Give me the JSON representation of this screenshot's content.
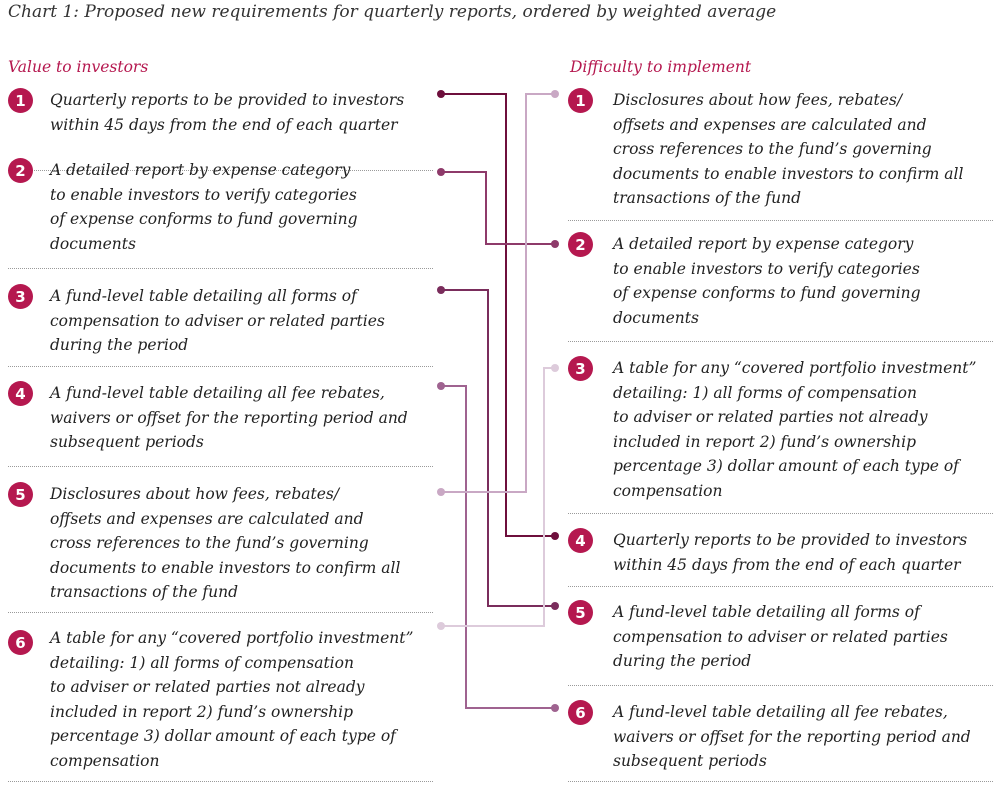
{
  "title": "Chart 1: Proposed new requirements for quarterly reports, ordered by weighted average",
  "left_heading": "Value to investors",
  "right_heading": "Difficulty to implement",
  "colors": {
    "accent": "#b5184f",
    "connector_shades": [
      "#6e0f3c",
      "#8e3a6a",
      "#7a2d5c",
      "#9f6390",
      "#c9a8c4",
      "#ddcbdb"
    ]
  },
  "left_items": [
    {
      "number": "1",
      "text": "Quarterly reports to be provided to investors\nwithin 45 days from the end of each quarter"
    },
    {
      "number": "2",
      "text": "A detailed report by expense category\nto enable investors to verify categories\nof expense conforms to fund governing\ndocuments"
    },
    {
      "number": "3",
      "text": "A fund-level table detailing all forms of\ncompensation to adviser or related parties\nduring the period"
    },
    {
      "number": "4",
      "text": "A fund-level table detailing all fee rebates,\nwaivers or offset for the reporting period and\nsubsequent periods"
    },
    {
      "number": "5",
      "text": "Disclosures about how fees, rebates/\noffsets and expenses are calculated and\ncross references to the fund’s governing\ndocuments to enable investors to confirm all\ntransactions of the fund"
    },
    {
      "number": "6",
      "text": "A table for any “covered portfolio investment”\ndetailing: 1) all forms of compensation\nto adviser or related parties not already\nincluded in report 2) fund’s ownership\npercentage 3) dollar amount of each type of\ncompensation"
    }
  ],
  "right_items": [
    {
      "number": "1",
      "text": "Disclosures about how fees, rebates/\noffsets and expenses are calculated and\ncross references to the fund’s governing\ndocuments to enable investors to confirm all\ntransactions of the fund"
    },
    {
      "number": "2",
      "text": "A detailed report by expense category\nto enable investors to verify categories\nof expense conforms to fund governing\ndocuments"
    },
    {
      "number": "3",
      "text": "A table for any “covered portfolio investment”\ndetailing: 1) all forms of compensation\nto adviser or related parties not already\nincluded in report 2) fund’s ownership\npercentage 3) dollar amount of each type of\ncompensation"
    },
    {
      "number": "4",
      "text": "Quarterly reports to be provided to investors\nwithin 45 days from the end of each quarter"
    },
    {
      "number": "5",
      "text": "A fund-level table detailing all forms of\ncompensation to adviser or related parties\nduring the period"
    },
    {
      "number": "6",
      "text": "A fund-level table detailing all fee rebates,\nwaivers or offset for the reporting period and\nsubsequent periods"
    }
  ],
  "rank_links": [
    {
      "from_value_rank": 1,
      "to_difficulty_rank": 4
    },
    {
      "from_value_rank": 2,
      "to_difficulty_rank": 2
    },
    {
      "from_value_rank": 3,
      "to_difficulty_rank": 5
    },
    {
      "from_value_rank": 4,
      "to_difficulty_rank": 6
    },
    {
      "from_value_rank": 5,
      "to_difficulty_rank": 1
    },
    {
      "from_value_rank": 6,
      "to_difficulty_rank": 3
    }
  ]
}
